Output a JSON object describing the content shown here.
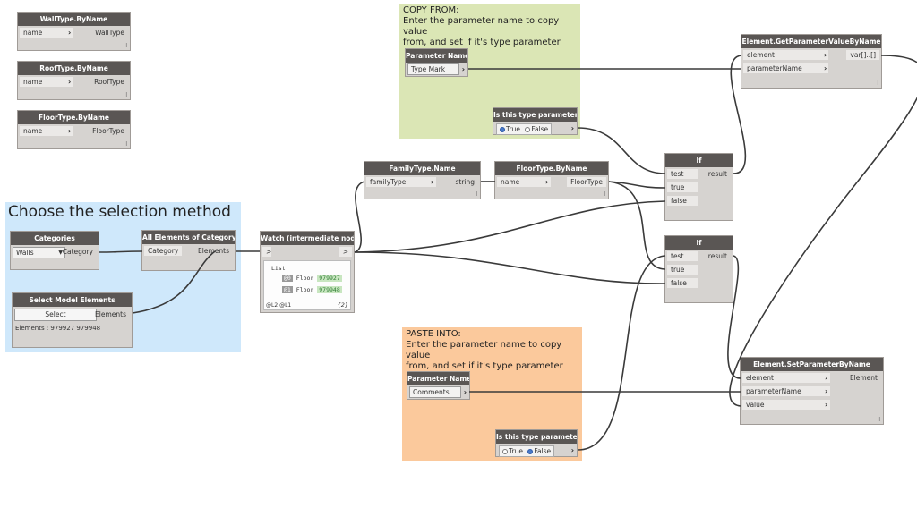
{
  "groups": {
    "selection": {
      "title": "Choose the selection method",
      "color": "#cfe8fb"
    },
    "copy_from": {
      "title": "COPY FROM:\nEnter the parameter name to copy value\nfrom, and set if it's type parameter",
      "color": "#dbe6b5"
    },
    "paste_into": {
      "title": "PASTE INTO:\nEnter the parameter name to copy value\nfrom, and set if it's type parameter",
      "color": "#fbc99c"
    }
  },
  "nodes": {
    "walltype": {
      "title": "WallType.ByName",
      "in": "name",
      "out": "WallType",
      "lace": "l"
    },
    "rooftype": {
      "title": "RoofType.ByName",
      "in": "name",
      "out": "RoofType",
      "lace": "l"
    },
    "floortype_top": {
      "title": "FloorType.ByName",
      "in": "name",
      "out": "FloorType",
      "lace": "l"
    },
    "categories": {
      "title": "Categories",
      "value": "Walls",
      "out": "Category"
    },
    "all_elements": {
      "title": "All Elements of Category",
      "in": "Category",
      "out": "Elements"
    },
    "select_model": {
      "title": "Select Model Elements",
      "button": "Select",
      "out": "Elements",
      "summary": "Elements : 979927 979948"
    },
    "watch": {
      "title": "Watch (intermediate node)",
      "in": ">",
      "out": ">",
      "list_label": "List",
      "item_type": "Floor",
      "items": [
        {
          "index": "0",
          "id": "979927"
        },
        {
          "index": "1",
          "id": "979948"
        }
      ],
      "levels": "@L2 @L1",
      "count": "{2}"
    },
    "familytype": {
      "title": "FamilyType.Name",
      "in": "familyType",
      "out": "string",
      "lace": "l"
    },
    "floortype_mid": {
      "title": "FloorType.ByName",
      "in": "name",
      "out": "FloorType",
      "lace": "l"
    },
    "param_name_copy": {
      "title": "Parameter Name",
      "value": "Type Mark"
    },
    "type_param_copy": {
      "title": "Is this type parameter?",
      "opt_true": "True",
      "opt_false": "False",
      "selected": "True"
    },
    "getparam": {
      "title": "Element.GetParameterValueByName",
      "in1": "element",
      "in2": "parameterName",
      "out": "var[]..[]",
      "lace": "l"
    },
    "if1": {
      "title": "If",
      "in1": "test",
      "in2": "true",
      "in3": "false",
      "out": "result"
    },
    "if2": {
      "title": "If",
      "in1": "test",
      "in2": "true",
      "in3": "false",
      "out": "result"
    },
    "param_name_paste": {
      "title": "Parameter Name",
      "value": "Comments"
    },
    "type_param_paste": {
      "title": "Is this type parameter?",
      "opt_true": "True",
      "opt_false": "False",
      "selected": "False"
    },
    "setparam": {
      "title": "Element.SetParameterByName",
      "in1": "element",
      "in2": "parameterName",
      "in3": "value",
      "out": "Element",
      "lace": "l"
    }
  },
  "icons": {
    "dropdown": "triangle-down-icon",
    "port": "chevron-right-icon"
  }
}
